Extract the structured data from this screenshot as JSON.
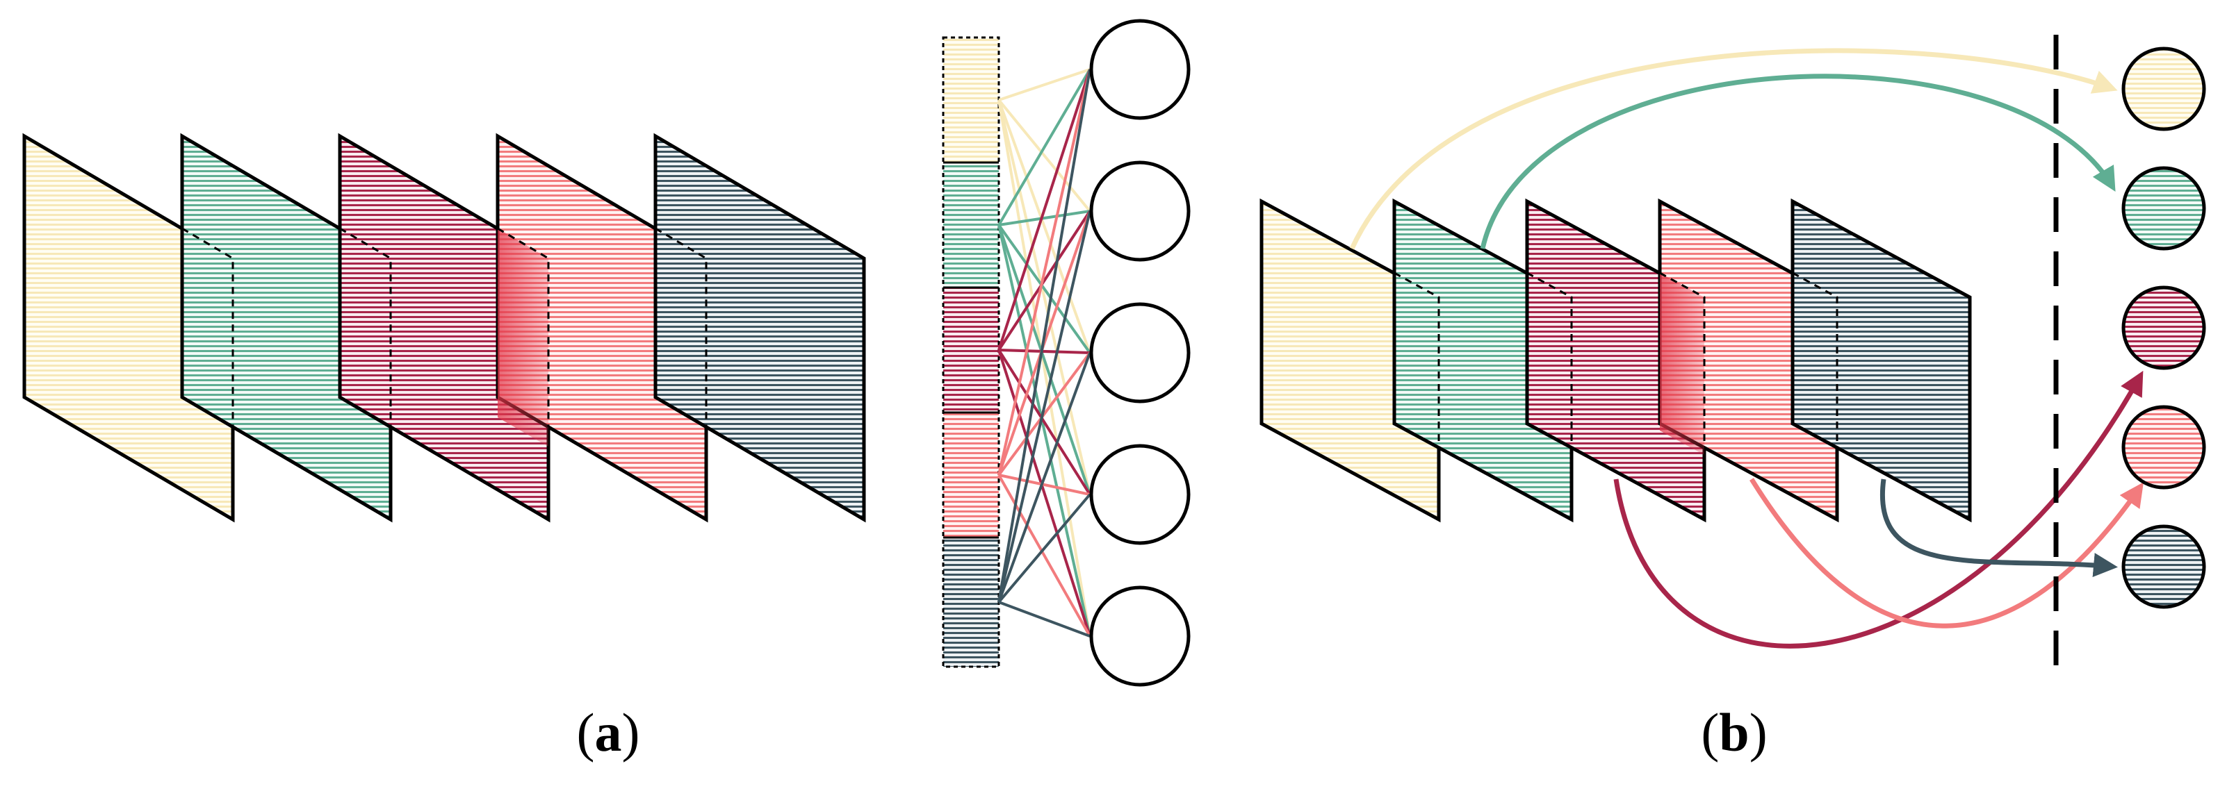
{
  "captions": {
    "a_letter": "a",
    "b_letter": "b"
  },
  "colors": {
    "layer_1": "#f7e8b8",
    "layer_2": "#5fae93",
    "layer_3": "#a8254a",
    "layer_4": "#f27b7d",
    "layer_5": "#3d5560",
    "overlap_highlight": "#e2374a",
    "outline": "#000000"
  },
  "panel_a": {
    "feature_maps": [
      "layer_1",
      "layer_2",
      "layer_3",
      "layer_4",
      "layer_5"
    ],
    "flattened_vector_segments": [
      "layer_1",
      "layer_2",
      "layer_3",
      "layer_4",
      "layer_5"
    ],
    "output_neurons": 5,
    "connections": "fully-connected"
  },
  "panel_b": {
    "feature_maps": [
      "layer_1",
      "layer_2",
      "layer_3",
      "layer_4",
      "layer_5"
    ],
    "output_neurons": [
      "layer_1",
      "layer_2",
      "layer_3",
      "layer_4",
      "layer_5"
    ],
    "separator": "dashed-line"
  }
}
